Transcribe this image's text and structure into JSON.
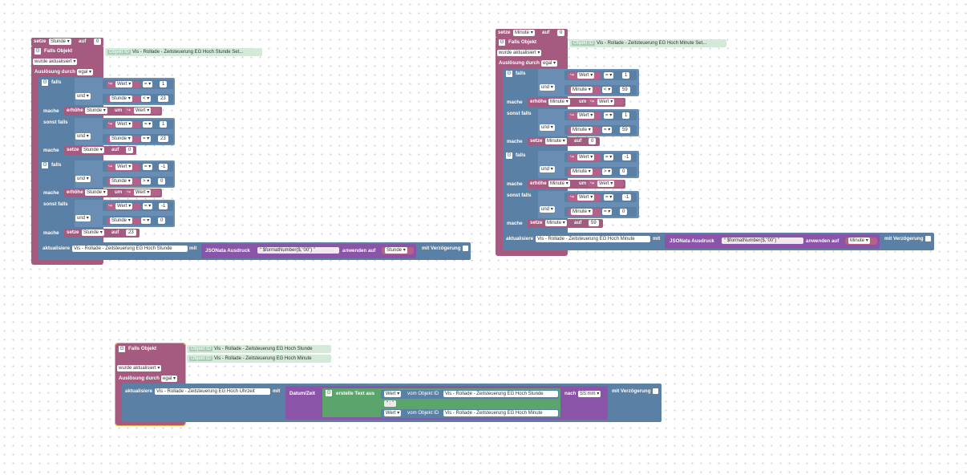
{
  "common": {
    "setze": "setze",
    "auf": "auf",
    "falls_objekt": "Falls Objekt",
    "objekt_id": "Objekt ID",
    "wurde_aktualisiert": "wurde aktualisiert",
    "ausloesung_durch": "Auslösung durch",
    "egal": "egal",
    "falls": "falls",
    "sonst_falls": "sonst falls",
    "mache": "mache",
    "und": "und",
    "wert": "Wert",
    "erhoehe": "erhöhe",
    "um": "um",
    "eq": "=",
    "lt": "<",
    "gt": ">",
    "aktualisiere": "aktualisiere",
    "mit": "mit",
    "jsonata": "JSONata Ausdruck",
    "format": "$formatNumber($,\"00\")",
    "anwenden_auf": "anwenden auf",
    "mit_verzoegerung": "mit Verzögerung",
    "gear_glyph": "⚙",
    "dropdown_arrow": "▾",
    "quote_open": "“",
    "quote_close": "”",
    "arrow_glyph": "↪"
  },
  "block1": {
    "var": "Stunde",
    "init": "0",
    "object_id": "Vis - Rollade - Zeitsteuerung EG Hoch Stunde Set...",
    "target": "Vis - Rollade - Zeitsteuerung EG Hoch Stunde",
    "n1": "1",
    "n23": "23",
    "n0": "0",
    "nm1": "-1"
  },
  "block2": {
    "var": "Minute",
    "init": "0",
    "object_id": "Vis - Rollade - Zeitsteuerung EG Hoch Minute Set...",
    "target": "Vis - Rollade - Zeitsteuerung EG Hoch Minute",
    "n1": "1",
    "n59": "59",
    "n0": "0",
    "nm1": "-1"
  },
  "block3": {
    "object_id_1": "Vis - Rollade - Zeitsteuerung EG Hoch Stunde",
    "object_id_2": "Vis - Rollade - Zeitsteuerung EG Hoch Minute",
    "target": "Vis - Rollade - Zeitsteuerung EG Hoch Uhrzeit",
    "datumzeit": "Datum/Zeit",
    "erstelle_text_aus": "erstelle Text aus",
    "vom_objekt_id": "vom Objekt ID",
    "separator": ":",
    "nach": "nach",
    "format": "SS:mm"
  },
  "colors": {
    "variables": "#a55b80",
    "logic": "#5b80a5",
    "objects": "#cbe7d6",
    "datetime": "#8a55a8",
    "text": "#5ba56c",
    "selection": "#f2b24a"
  }
}
